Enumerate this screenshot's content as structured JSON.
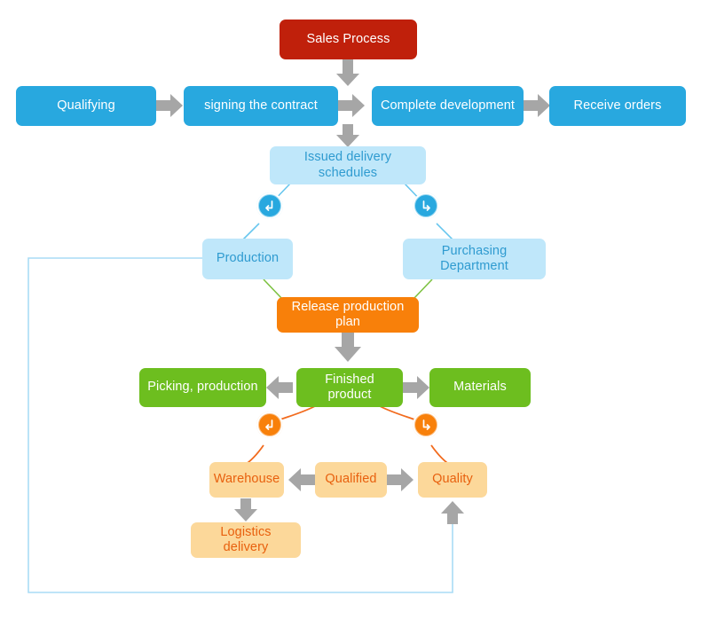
{
  "diagram": {
    "title": "Sales Process Flowchart",
    "palette": {
      "red": "#C0200B",
      "blue": "#28A8DF",
      "light_blue": "#BFE7FA",
      "light_blue_text": "#2F9BD0",
      "orange": "#F8800A",
      "green": "#6DBE1F",
      "tan": "#FCD89A",
      "tan_text": "#E8600E",
      "arrow_gray": "#A6A6A6",
      "green_link": "#7DC242",
      "loop_line": "#A9DCF5",
      "background": "#FFFFFF"
    },
    "nodes": {
      "sales_process": "Sales Process",
      "qualifying": "Qualifying",
      "signing_the_contract": "signing the contract",
      "complete_development": "Complete development",
      "receive_orders": "Receive orders",
      "issued_delivery_schedules": "Issued delivery schedules",
      "production": "Production",
      "purchasing_department": "Purchasing Department",
      "release_production_plan": "Release production plan",
      "picking_production": "Picking, production",
      "finished_product": "Finished product",
      "materials": "Materials",
      "warehouse": "Warehouse",
      "qualified": "Qualified",
      "quality": "Quality",
      "logistics_delivery": "Logistics delivery"
    },
    "badges": {
      "schedule_to_production": "arrow-down-left-icon",
      "schedule_to_purchasing": "arrow-down-right-icon",
      "finished_to_warehouse": "arrow-down-left-icon",
      "finished_to_quality": "arrow-down-right-icon"
    },
    "connectors": {
      "sales_to_complete": "arrow-down-icon",
      "qualifying_to_signing": "arrow-right-icon",
      "signing_to_complete": "arrow-right-icon",
      "complete_to_receive": "arrow-right-icon",
      "complete_to_issued": "arrow-down-icon",
      "plan_to_finished": "arrow-down-icon",
      "finished_to_picking": "arrow-left-icon",
      "finished_to_materials": "arrow-right-icon",
      "qualified_to_warehouse": "arrow-left-icon",
      "qualified_to_quality": "arrow-right-icon",
      "warehouse_to_logistics": "arrow-down-icon",
      "loop_to_quality": "arrow-up-icon"
    }
  }
}
